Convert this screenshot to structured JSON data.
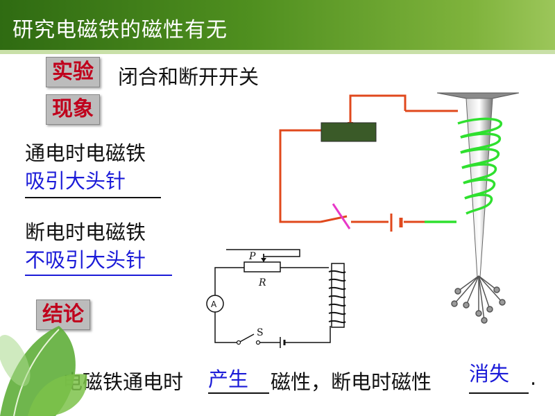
{
  "header": {
    "title": "研究电磁铁的磁性有无"
  },
  "experiment": {
    "tag": "实验",
    "action": "闭合和断开开关"
  },
  "phenomenon": {
    "tag": "现象",
    "on_line": "通电时电磁铁",
    "on_result": "吸引大头针",
    "off_line": "断电时电磁铁",
    "off_result": "不吸引大头针"
  },
  "conclusion": {
    "tag": "结论",
    "part1": "电磁铁通电时",
    "blank1": "产生",
    "part2": "磁性，断电时磁性",
    "blank2": "消失",
    "end": "."
  },
  "diagram": {
    "label_p": "P",
    "label_r": "R",
    "label_a": "A",
    "label_s": "S"
  },
  "colors": {
    "header_green": "#4f8f1f",
    "tag_red": "#c0001c",
    "answer_blue": "#1b1bd8",
    "wire_orange": "#e0481c",
    "coil_green": "#2fe02f"
  }
}
